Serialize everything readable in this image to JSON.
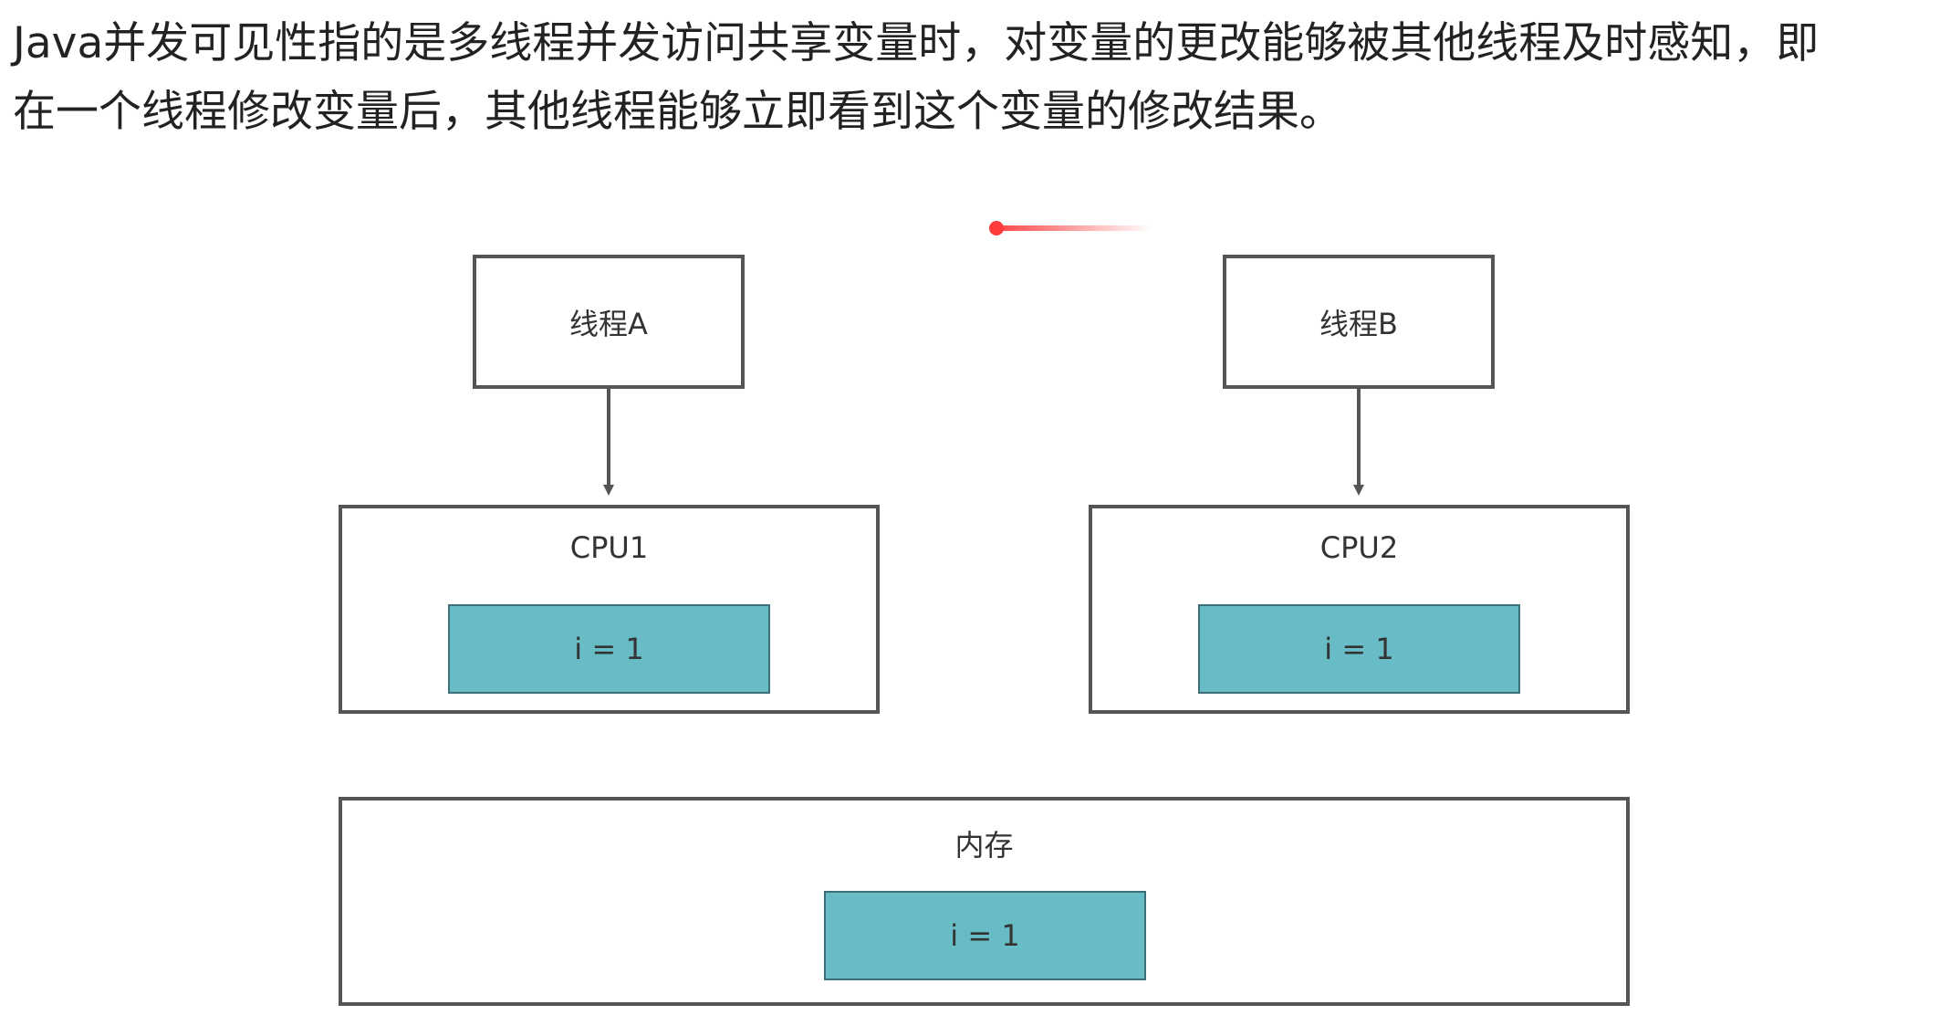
{
  "intro": {
    "line1": "Java并发可见性指的是多线程并发访问共享变量时，对变量的更改能够被其他线程及时感知，即",
    "line2": "在一个线程修改变量后，其他线程能够立即看到这个变量的修改结果。"
  },
  "diagram": {
    "threads": [
      {
        "label": "线程A"
      },
      {
        "label": "线程B"
      }
    ],
    "cpus": [
      {
        "label": "CPU1",
        "value": "i = 1"
      },
      {
        "label": "CPU2",
        "value": "i = 1"
      }
    ],
    "memory": {
      "label": "内存",
      "value": "i = 1"
    },
    "colors": {
      "border": "#555555",
      "variable_fill": "#67bcc6",
      "laser": "#ff3b3b"
    }
  }
}
